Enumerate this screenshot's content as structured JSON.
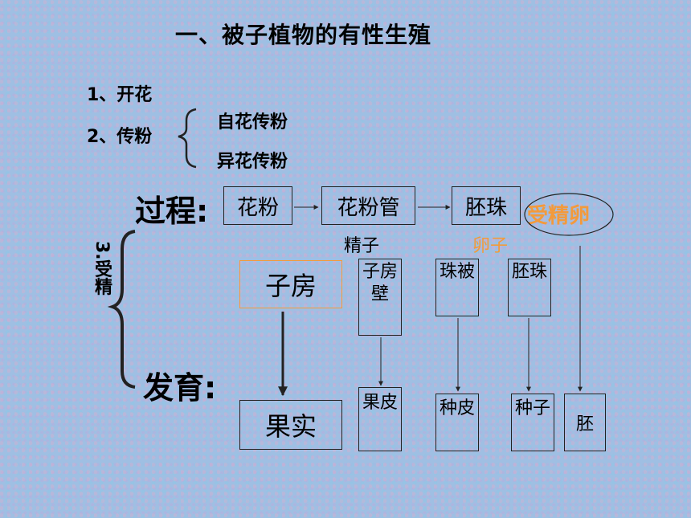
{
  "title": "一、被子植物的有性生殖",
  "item1": "1、开花",
  "item2": "2、传粉",
  "pollination_types": [
    "自花传粉",
    "异花传粉"
  ],
  "item3": "3.受精",
  "process_label": "过程:",
  "process_steps": [
    "花粉",
    "花粉管",
    "胚珠",
    "受精卵"
  ],
  "process_sub": [
    "精子",
    "卵子"
  ],
  "development_label": "发育:",
  "structures": [
    "子房",
    "子房壁",
    "珠被",
    "胚珠"
  ],
  "results": [
    "果实",
    "果皮",
    "种皮",
    "种子",
    "胚"
  ],
  "colors": {
    "accent": "#f39a3b",
    "line": "#222222"
  }
}
